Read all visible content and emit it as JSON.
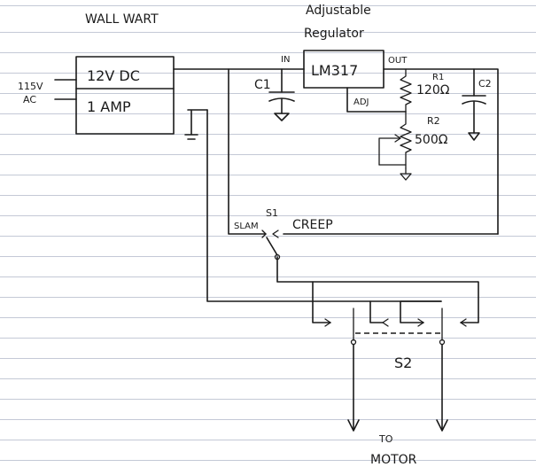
{
  "diagram": {
    "wall_wart": {
      "title": "WALL WART",
      "line1": "12V DC",
      "line2": "1 AMP",
      "input_voltage": "115V",
      "input_type": "AC"
    },
    "regulator": {
      "title_line1": "Adjustable",
      "title_line2": "Regulator",
      "part": "LM317",
      "pin_in": "IN",
      "pin_out": "OUT",
      "pin_adj": "ADJ"
    },
    "components": {
      "c1": "C1",
      "c2": "C2",
      "r1_name": "R1",
      "r1_value": "120Ω",
      "r2_name": "R2",
      "r2_value": "500Ω"
    },
    "switch1": {
      "name": "S1",
      "left_label": "SLAM",
      "right_label": "CREEP"
    },
    "switch2": {
      "name": "S2"
    },
    "motor": {
      "line1": "TO",
      "line2": "MOTOR"
    }
  }
}
